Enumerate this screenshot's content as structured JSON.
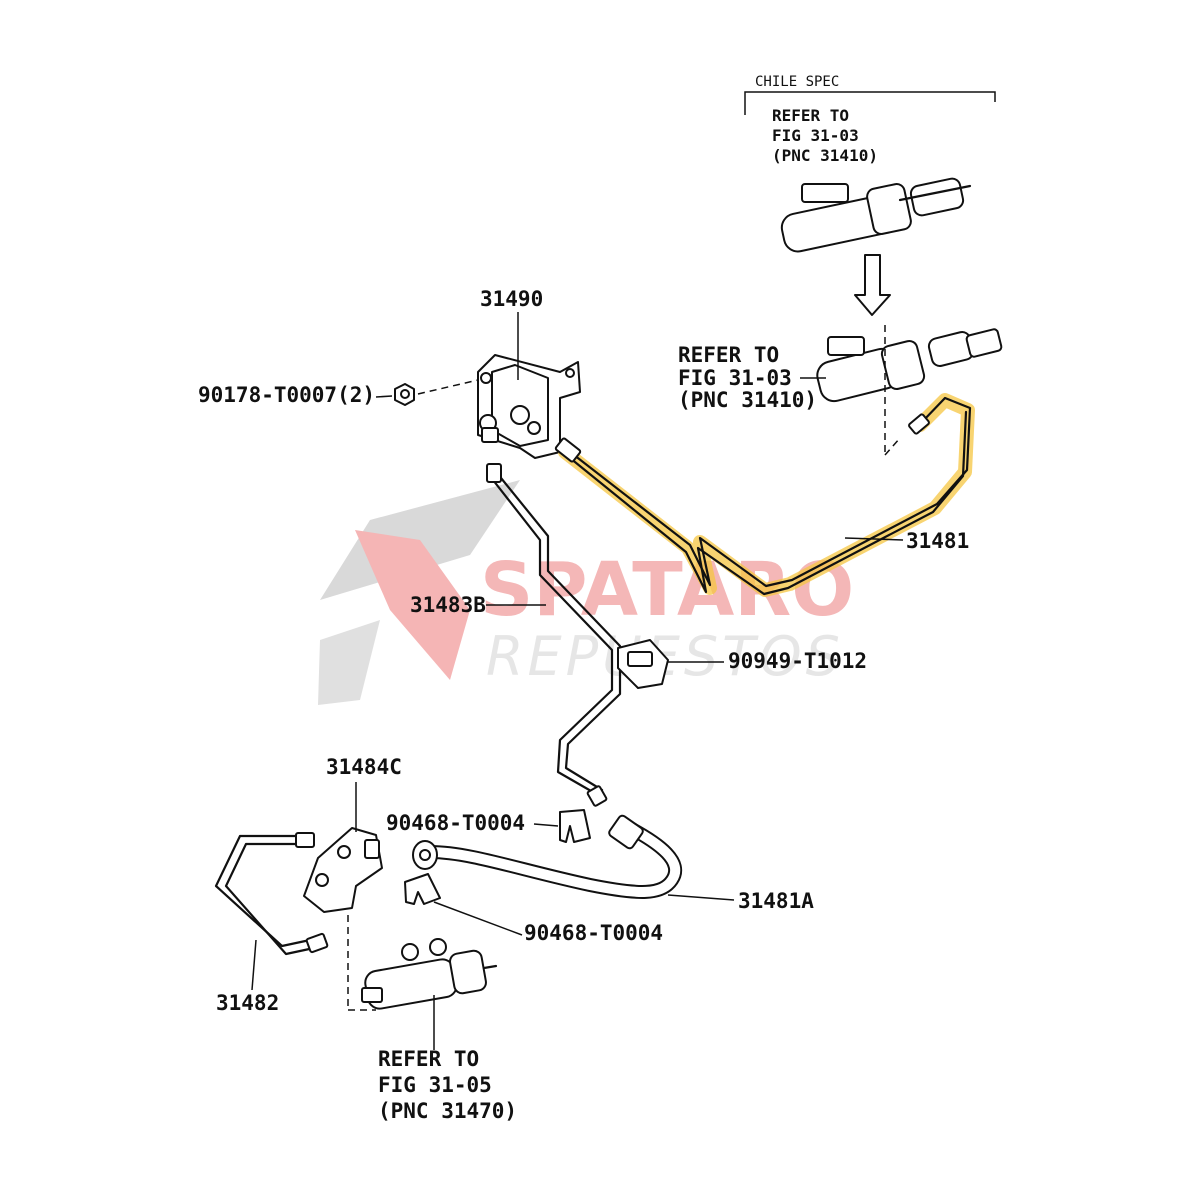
{
  "watermark": {
    "brand": "SPATARO",
    "sub": "REPUESTOS",
    "brand_color": "#f4b7b7",
    "logo_gray": "#d9d9d9",
    "logo_red": "#f5b5b5"
  },
  "highlight_color": "#f5c542",
  "spec_bracket": {
    "title": "CHILE SPEC",
    "ref_lines": [
      "REFER TO",
      "FIG 31-03",
      "(PNC 31410)"
    ]
  },
  "master_cylinder_ref": {
    "lines": [
      "REFER TO",
      "FIG 31-03",
      "(PNC 31410)"
    ]
  },
  "release_cylinder_ref": {
    "lines": [
      "REFER TO",
      "FIG 31-05",
      "(PNC 31470)"
    ]
  },
  "callouts": {
    "p31490": "31490",
    "p90178": "90178-T0007(2)",
    "p31481": "31481",
    "p31483b": "31483B",
    "p90949": "90949-T1012",
    "p31484c": "31484C",
    "p90468a": "90468-T0004",
    "p31481a": "31481A",
    "p90468b": "90468-T0004",
    "p31482": "31482"
  }
}
